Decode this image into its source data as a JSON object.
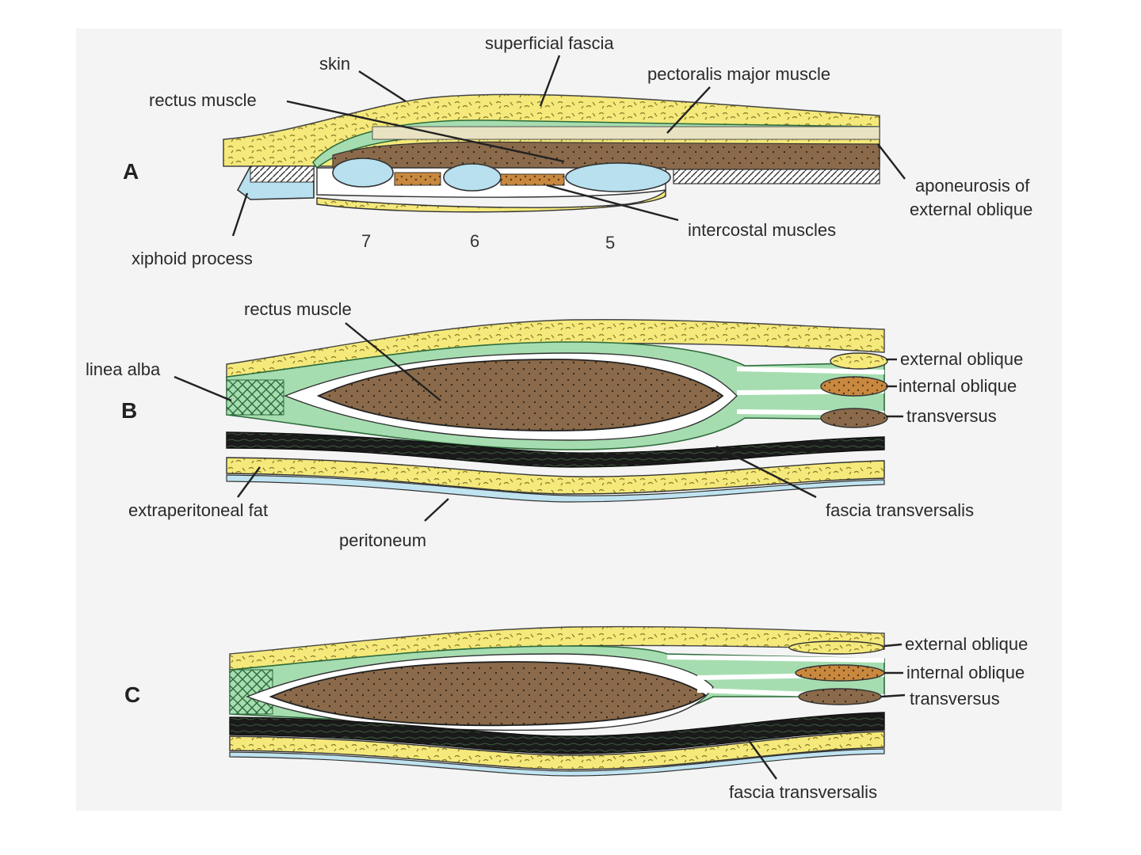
{
  "colors": {
    "fat": "#f4e97a",
    "fascia": "#a6ddb0",
    "muscle": "#8a6a4a",
    "cartilage": "#b8e0ef",
    "intercostal": "#c8893f",
    "transversalis": "#1a1a1a",
    "peritoneum": "#bfe3f0",
    "frame": "#f4f4f4"
  },
  "panels": {
    "a": {
      "letter": "A",
      "labels": {
        "superficial_fascia": "superficial fascia",
        "skin": "skin",
        "pectoralis_major": "pectoralis major muscle",
        "rectus_muscle": "rectus muscle",
        "aponeurosis_line1": "aponeurosis of",
        "aponeurosis_line2": "external oblique",
        "intercostal_muscles": "intercostal muscles",
        "xiphoid_process": "xiphoid process",
        "rib_7": "7",
        "rib_6": "6",
        "rib_5": "5"
      }
    },
    "b": {
      "letter": "B",
      "labels": {
        "rectus_muscle": "rectus muscle",
        "linea_alba": "linea alba",
        "external_oblique": "external oblique",
        "internal_oblique": "internal oblique",
        "transversus": "transversus",
        "extraperitoneal_fat": "extraperitoneal fat",
        "fascia_transversalis": "fascia transversalis",
        "peritoneum": "peritoneum"
      }
    },
    "c": {
      "letter": "C",
      "labels": {
        "external_oblique": "external oblique",
        "internal_oblique": "internal oblique",
        "transversus": "transversus",
        "fascia_transversalis": "fascia transversalis"
      }
    }
  }
}
